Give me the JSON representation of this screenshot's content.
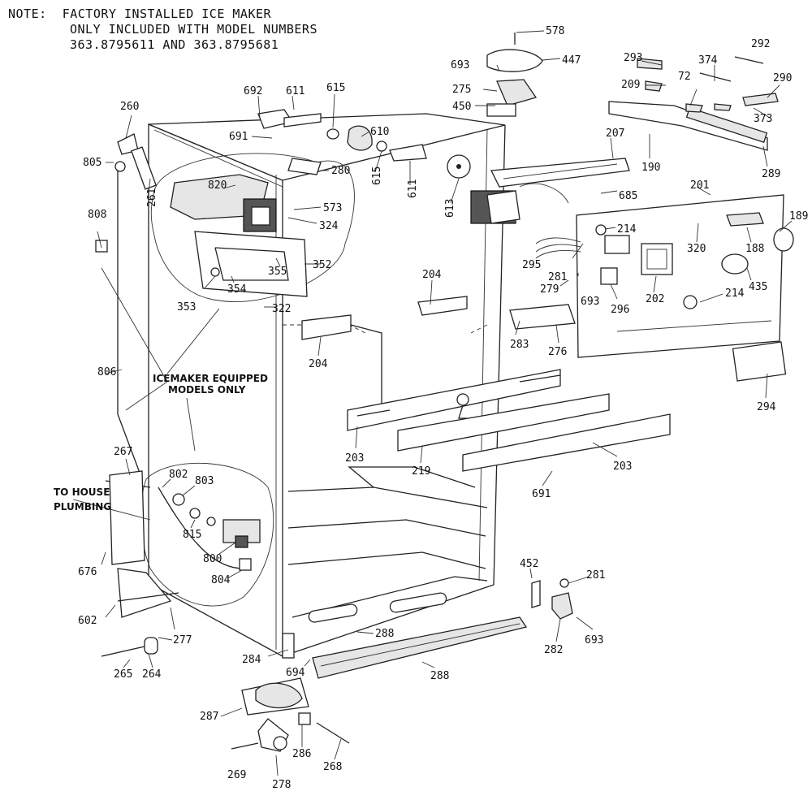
{
  "note": {
    "prefix": "NOTE:",
    "line1": "FACTORY INSTALLED ICE MAKER",
    "line2": "ONLY INCLUDED WITH MODEL NUMBERS",
    "line3": "363.8795611 AND 363.8795681"
  },
  "callouts": {
    "icemaker_line1": "ICEMAKER EQUIPPED",
    "icemaker_line2": "MODELS ONLY",
    "plumbing_line1": "TO HOUSE",
    "plumbing_line2": "PLUMBING"
  },
  "parts": [
    "578",
    "447",
    "693",
    "275",
    "450",
    "292",
    "293",
    "374",
    "290",
    "209",
    "72",
    "373",
    "692",
    "611",
    "615",
    "260",
    "691",
    "610",
    "280",
    "207",
    "289",
    "190",
    "805",
    "261",
    "820",
    "573",
    "324",
    "615",
    "611",
    "613",
    "685",
    "201",
    "189",
    "808",
    "214",
    "320",
    "188",
    "355",
    "352",
    "295",
    "281",
    "693",
    "353",
    "354",
    "322",
    "279",
    "296",
    "202",
    "214",
    "435",
    "204",
    "204",
    "283",
    "276",
    "806",
    "294",
    "203",
    "219",
    "203",
    "691",
    "267",
    "802",
    "803",
    "815",
    "800",
    "804",
    "676",
    "452",
    "281",
    "602",
    "277",
    "288",
    "282",
    "693",
    "265",
    "264",
    "284",
    "694",
    "288",
    "287",
    "269",
    "286",
    "268",
    "278"
  ]
}
